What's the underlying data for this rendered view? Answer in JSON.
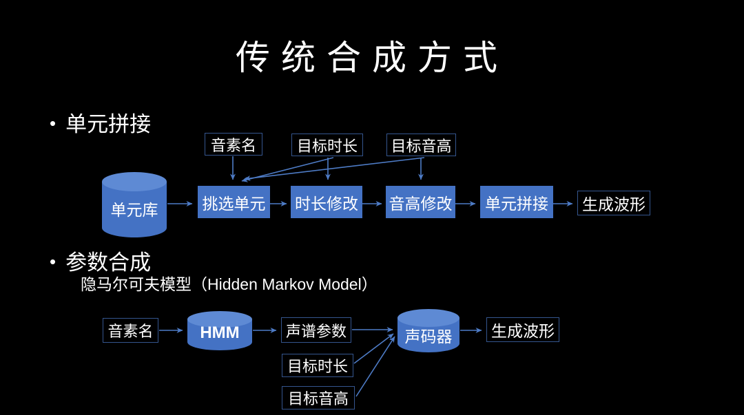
{
  "slide": {
    "title": "传统合成方式",
    "colors": {
      "background": "#000000",
      "shape_fill": "#4472C4",
      "shape_fill_light": "#5E8AD4",
      "outline_border": "#35568F",
      "arrow": "#4E7CC7",
      "text": "#FFFFFF"
    }
  },
  "sections": {
    "s1": {
      "bullet": "•",
      "label": "单元拼接"
    },
    "s2": {
      "bullet": "•",
      "label": "参数合成",
      "subtitle": "隐马尔可夫模型（Hidden Markov Model）"
    }
  },
  "diagram1": {
    "inputs": [
      "音素名",
      "目标时长",
      "目标音高"
    ],
    "source": "单元库",
    "steps": [
      "挑选单元",
      "时长修改",
      "音高修改",
      "单元拼接"
    ],
    "output": "生成波形"
  },
  "diagram2": {
    "input": "音素名",
    "model": "HMM",
    "spectrum": "声谱参数",
    "extra_inputs": [
      "目标时长",
      "目标音高"
    ],
    "vocoder": "声码器",
    "output": "生成波形"
  }
}
